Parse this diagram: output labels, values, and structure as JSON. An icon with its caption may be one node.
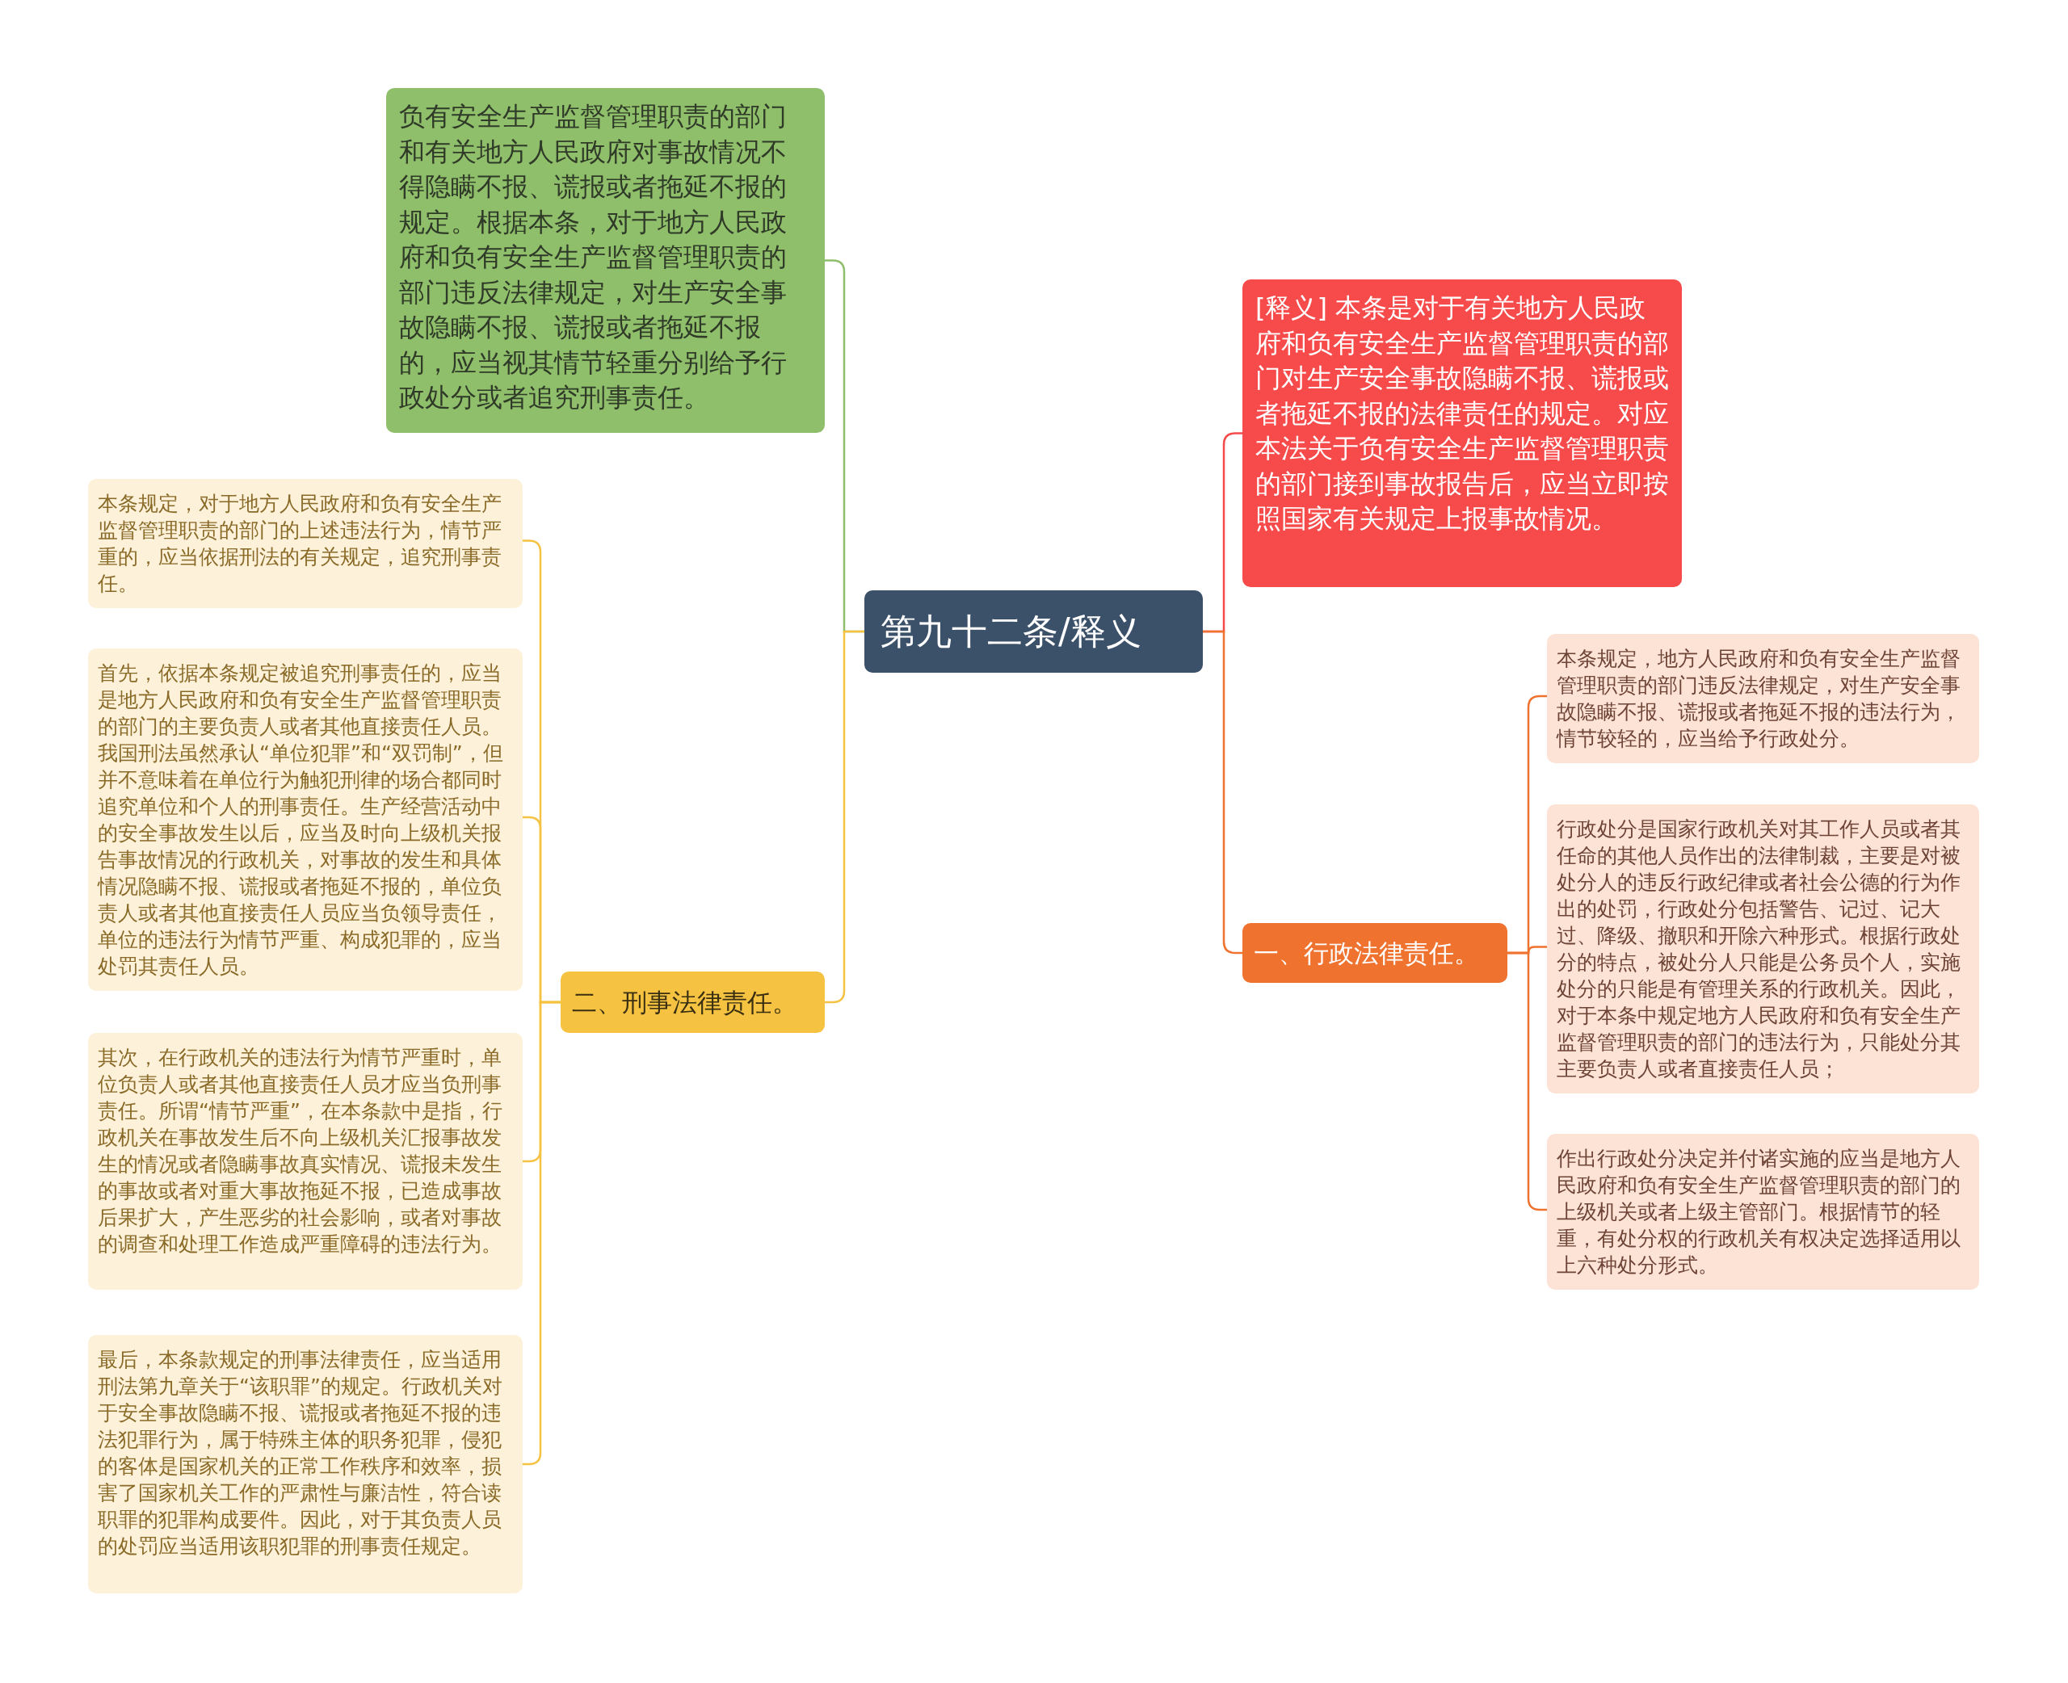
{
  "diagram": {
    "nodes": [
      {
        "text": [
          "第九十二条/释义"
        ]
      },
      {
        "text": [
          "负有安全生产监督管理职责的部门和有关地方人民政府对事故情况不得隐瞒不报、谎报或者拖延不报的规定。根据本条，对于地方人民政府和负有安全生产监督管理职责的部门违反法律规定，对生产安全事故隐瞒不报、谎报或者拖延不报的，应当视其情节轻重分别给予行政处分或者追究刑事责任。"
        ]
      },
      {
        "text": [
          "二、刑事法律责任。"
        ]
      },
      {
        "text": [
          "本条规定，对于地方人民政府和负有安全生产监督管理职责的部门的上述违法行为，情节严重的，应当依据刑法的有关规定，追究刑事责任。"
        ]
      },
      {
        "text": [
          "首先，依据本条规定被追究刑事责任的，应当是地方人民政府和负有安全生产监督管理职责的部门的主要负责人或者其他直接责任人员。我国刑法虽然承认“单位犯罪”和“双罚制”，但并不意味着在单位行为触犯刑律的场合都同时追究单位和个人的刑事责任。生产经营活动中的安全事故发生以后，应当及时向上级机关报告事故情况的行政机关，对事故的发生和具体情况隐瞒不报、谎报或者拖延不报的，单位负责人或者其他直接责任人员应当负领导责任，单位的违法行为情节严重、构成犯罪的，应当处罚其责任人员。"
        ]
      },
      {
        "text": [
          "其次，在行政机关的违法行为情节严重时，单位负责人或者其他直接责任人员才应当负刑事责任。所谓“情节严重”，在本条款中是指，行政机关在事故发生后不向上级机关汇报事故发生的情况或者隐瞒事故真实情况、谎报未发生的事故或者对重大事故拖延不报，已造成事故后果扩大，产生恶劣的社会影响，或者对事故的调查和处理工作造成严重障碍的违法行为。"
        ]
      },
      {
        "text": [
          "最后，本条款规定的刑事法律责任，应当适用刑法第九章关于“该职罪”的规定。行政机关对于安全事故隐瞒不报、谎报或者拖延不报的违法犯罪行为，属于特殊主体的职务犯罪，侵犯的客体是国家机关的正常工作秩序和效率，损害了国家机关工作的严肃性与廉洁性，符合读职罪的犯罪构成要件。因此，对于其负责人员的处罚应当适用该职犯罪的刑事责任规定。"
        ]
      },
      {
        "text": [
          "[释义] 本条是对于有关地方人民政府和负有安全生产监督管理职责的部门对生产安全事故隐瞒不报、谎报或者拖延不报的法律责任的规定。对应本法关于负有安全生产监督管理职责的部门接到事故报告后，应当立即按照国家有关规定上报事故情况。"
        ]
      },
      {
        "text": [
          "一、行政法律责任。"
        ]
      },
      {
        "text": [
          "本条规定，地方人民政府和负有安全生产监督管理职责的部门违反法律规定，对生产安全事故隐瞒不报、谎报或者拖延不报的违法行为，情节较轻的，应当给予行政处分。"
        ]
      },
      {
        "text": [
          "行政处分是国家行政机关对其工作人员或者其任命的其他人员作出的法律制裁，主要是对被处分人的违反行政纪律或者社会公德的行为作出的处罚，行政处分包括警告、记过、记大过、降级、撤职和开除六种形式。根据行政处分的特点，被处分人只能是公务员个人，实施处分的只能是有管理关系的行政机关。因此，对于本条中规定地方人民政府和负有安全生产监督管理职责的部门的违法行为，只能处分其主要负责人或者直接责任人员；"
        ]
      },
      {
        "text": [
          "作出行政处分决定并付诸实施的应当是地方人民政府和负有安全生产监督管理职责的部门的上级机关或者上级主管部门。根据情节的轻重，有处分权的行政机关有权决定选择适用以上六种处分形式。"
        ]
      }
    ],
    "edges": [
      {
        "from": 0,
        "to": 1,
        "arrow": "none",
        "color": "#8fbf6a"
      },
      {
        "from": 0,
        "to": 2,
        "arrow": "none",
        "color": "#f5c242"
      },
      {
        "from": 2,
        "to": 3,
        "arrow": "none",
        "color": "#f5c242"
      },
      {
        "from": 2,
        "to": 4,
        "arrow": "none",
        "color": "#f5c242"
      },
      {
        "from": 2,
        "to": 5,
        "arrow": "none",
        "color": "#f5c242"
      },
      {
        "from": 2,
        "to": 6,
        "arrow": "none",
        "color": "#f5c242"
      },
      {
        "from": 0,
        "to": 7,
        "arrow": "none",
        "color": "#f74a4a"
      },
      {
        "from": 0,
        "to": 8,
        "arrow": "none",
        "color": "#f0722f"
      },
      {
        "from": 8,
        "to": 9,
        "arrow": "none",
        "color": "#f0722f"
      },
      {
        "from": 8,
        "to": 10,
        "arrow": "none",
        "color": "#f0722f"
      },
      {
        "from": 8,
        "to": 11,
        "arrow": "none",
        "color": "#f0722f"
      }
    ]
  }
}
